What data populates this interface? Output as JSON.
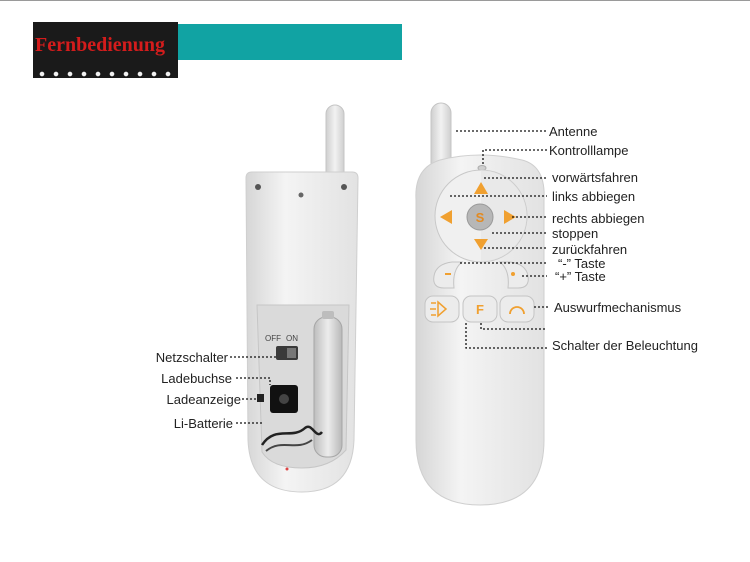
{
  "title": "Fernbedienung",
  "colors": {
    "title_text": "#d41c1c",
    "title_bar": "#11a3a3",
    "button_accent": "#f0a030"
  },
  "buttons": {
    "stop_letter": "S",
    "function_letter": "F"
  },
  "labels_right": {
    "antenna": "Antenne",
    "control_lamp": "Kontrolllampe",
    "forward": "vorwärtsfahren",
    "turn_left": "links abbiegen",
    "turn_right": "rechts abbiegen",
    "stop": "stoppen",
    "backward": "zurückfahren",
    "minus_key": "“-” Taste",
    "plus_key": "“+” Taste",
    "eject": "Auswurfmechanismus",
    "light_switch": "Schalter der Beleuchtung"
  },
  "labels_left": {
    "power_switch": "Netzschalter",
    "charging_socket": "Ladebuchse",
    "charge_indicator": "Ladeanzeige",
    "battery": "Li-Batterie"
  },
  "switch": {
    "off": "OFF",
    "on": "ON"
  }
}
